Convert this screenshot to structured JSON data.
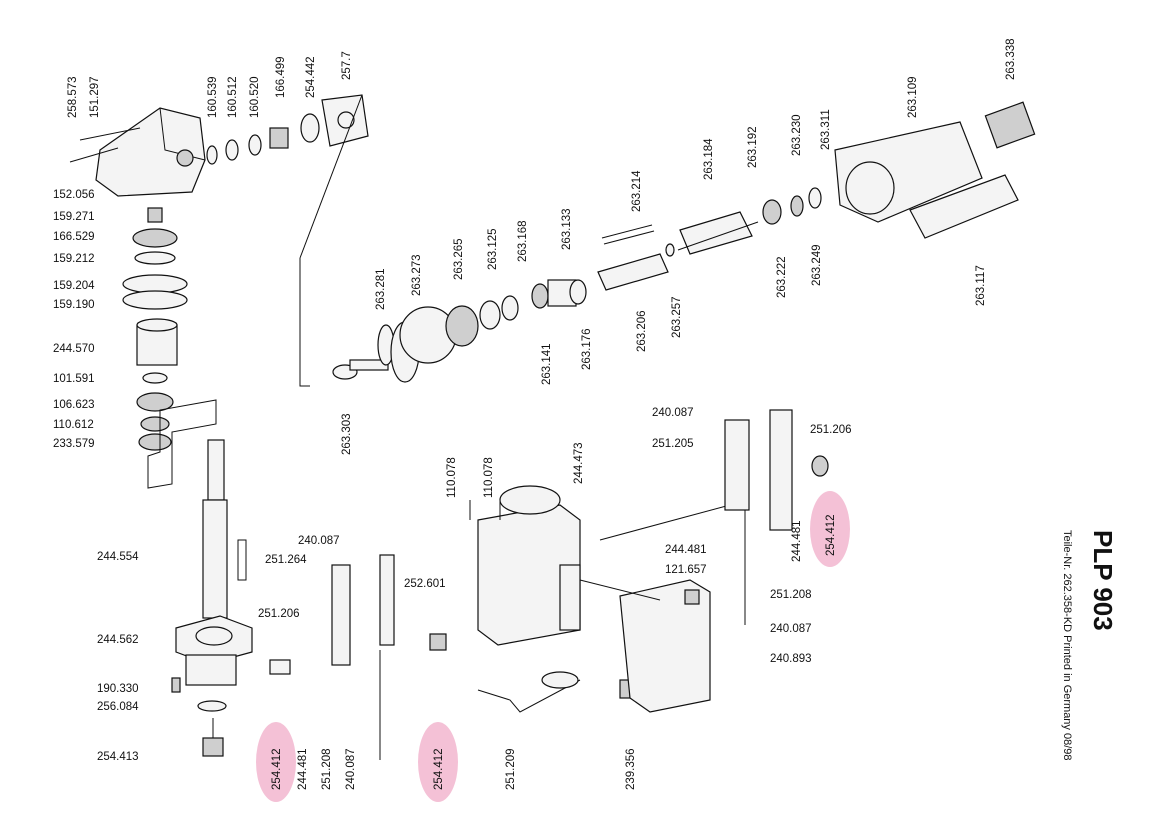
{
  "model": "PLP 903",
  "footnote": "Teile-Nr. 262.358-KD Printed in Germany 08/98",
  "highlight_color": "#f2b6cf",
  "parts": [
    "258.573",
    "151.297",
    "160.539",
    "160.512",
    "160.520",
    "166.499",
    "254.442",
    "257.7",
    "152.056",
    "159.271",
    "166.529",
    "159.212",
    "159.204",
    "159.190",
    "244.570",
    "101.591",
    "106.623",
    "110.612",
    "233.579",
    "244.554",
    "251.264",
    "244.562",
    "190.330",
    "256.084",
    "254.413",
    "263.281",
    "263.273",
    "263.265",
    "263.125",
    "263.168",
    "263.133",
    "263.214",
    "263.184",
    "263.192",
    "263.230",
    "263.311",
    "263.109",
    "263.338",
    "263.303",
    "263.141",
    "263.176",
    "263.206",
    "263.257",
    "263.222",
    "263.249",
    "263.117",
    "240.087",
    "251.205",
    "251.206",
    "244.481",
    "254.412",
    "110.078",
    "110.078",
    "244.473",
    "240.087",
    "252.601",
    "251.206",
    "244.481",
    "121.657",
    "251.208",
    "240.087",
    "240.893",
    "254.412",
    "244.481",
    "251.208",
    "240.087",
    "254.412",
    "251.209",
    "239.356"
  ]
}
